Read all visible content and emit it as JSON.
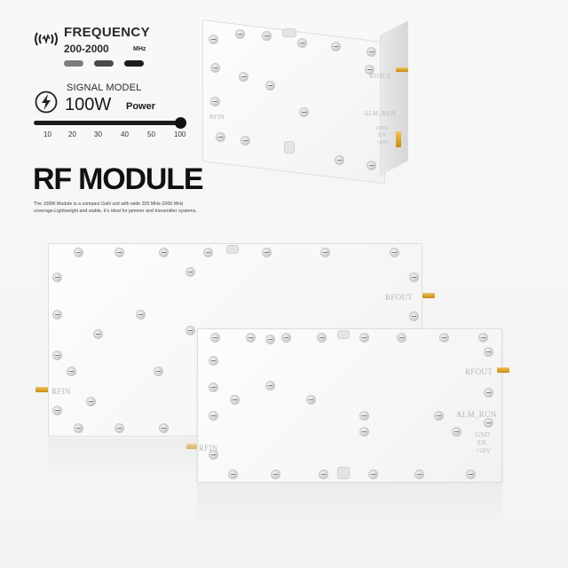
{
  "frequency": {
    "icon": "signal-wave-icon",
    "title": "FREQUENCY",
    "range": "200-2000",
    "unit": "MHz"
  },
  "signal": {
    "icon": "lightning-bolt-icon",
    "title": "SIGNAL MODEL",
    "value": "100W",
    "unit": "Power",
    "level": 100,
    "ticks": [
      "10",
      "20",
      "30",
      "40",
      "50",
      "100"
    ]
  },
  "product": {
    "title": "RF MODULE",
    "description": "The 100W Module is a compact GaN unit with wide 200 MHz-2000 MHz coverage.Lightweight and stable, it's ideal for jammer and transmitter systems."
  },
  "module_labels": {
    "rfin": "RFIN",
    "rfout": "RFOUT",
    "alm_run": "ALM_RUN",
    "gnd": "GND",
    "en": "EN",
    "v28": "+28V"
  },
  "colors": {
    "accent": "#1b1b1b",
    "connector_gold": "#d9a230",
    "plate": "#f7f7f7"
  }
}
